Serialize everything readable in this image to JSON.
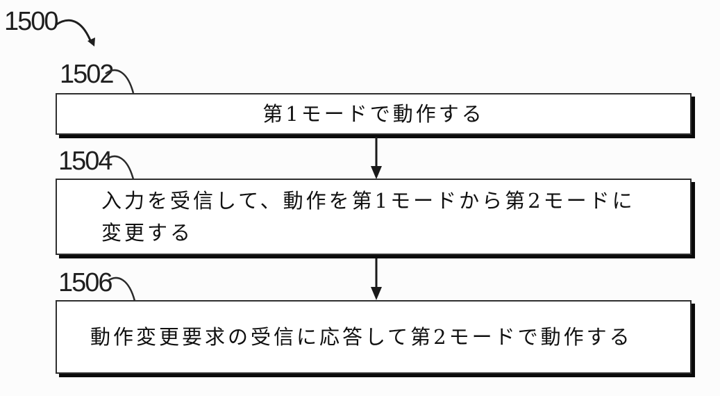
{
  "figure": {
    "ref": "1500",
    "steps": [
      {
        "ref": "1502",
        "lines": [
          "第1モードで動作する"
        ]
      },
      {
        "ref": "1504",
        "lines": [
          "入力を受信して、動作を第1モードから第2モードに",
          "変更する"
        ]
      },
      {
        "ref": "1506",
        "lines": [
          "動作変更要求の受信に応答して第2モードで動作する"
        ]
      }
    ],
    "colors": {
      "line": "#1a1a1a",
      "box_border": "#2e2e2e",
      "box_shadow": "#0a0a0a",
      "box_fill": "#ffffff",
      "text": "#101010",
      "background": "#fcfcfc"
    }
  }
}
